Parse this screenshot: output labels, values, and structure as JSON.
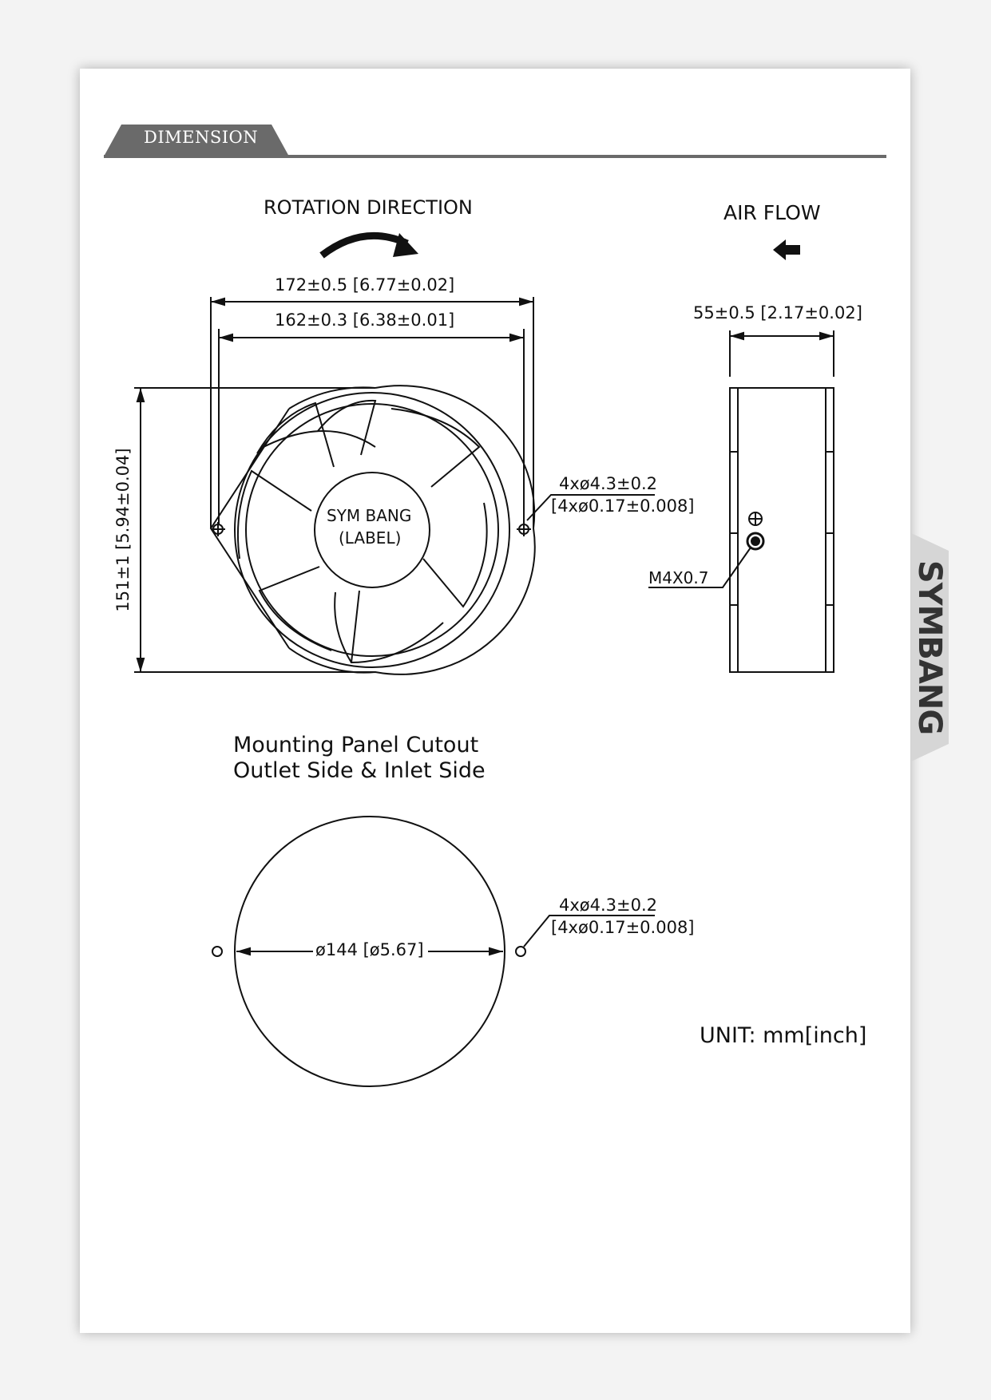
{
  "section": {
    "title": "DIMENSION"
  },
  "labels": {
    "rotation_direction": "ROTATION DIRECTION",
    "air_flow": "AIR FLOW",
    "dim_outer_width": "172±0.5 [6.77±0.02]",
    "dim_hole_spacing": "162±0.3 [6.38±0.01]",
    "dim_height": "151±1 [5.94±0.04]",
    "dim_depth": "55±0.5 [2.17±0.02]",
    "hole_spec_line1": "4xø4.3±0.2",
    "hole_spec_line2": "[4xø0.17±0.008]",
    "screw_spec": "M4X0.7",
    "label_line1": "SYM BANG",
    "label_line2": "(LABEL)",
    "cutout_title_line1": "Mounting Panel Cutout",
    "cutout_title_line2": "Outlet Side & Inlet Side",
    "cutout_diameter": "ø144 [ø5.67]",
    "cutout_hole_spec_line1": "4xø4.3±0.2",
    "cutout_hole_spec_line2": "[4xø0.17±0.008]",
    "unit": "UNIT: mm[inch]"
  },
  "brand": {
    "name": "SYMBANG"
  },
  "colors": {
    "line": "#111111",
    "tab": "#6a6a6a",
    "side_tab": "#d6d6d6",
    "brand_accent": "#cc2222"
  }
}
